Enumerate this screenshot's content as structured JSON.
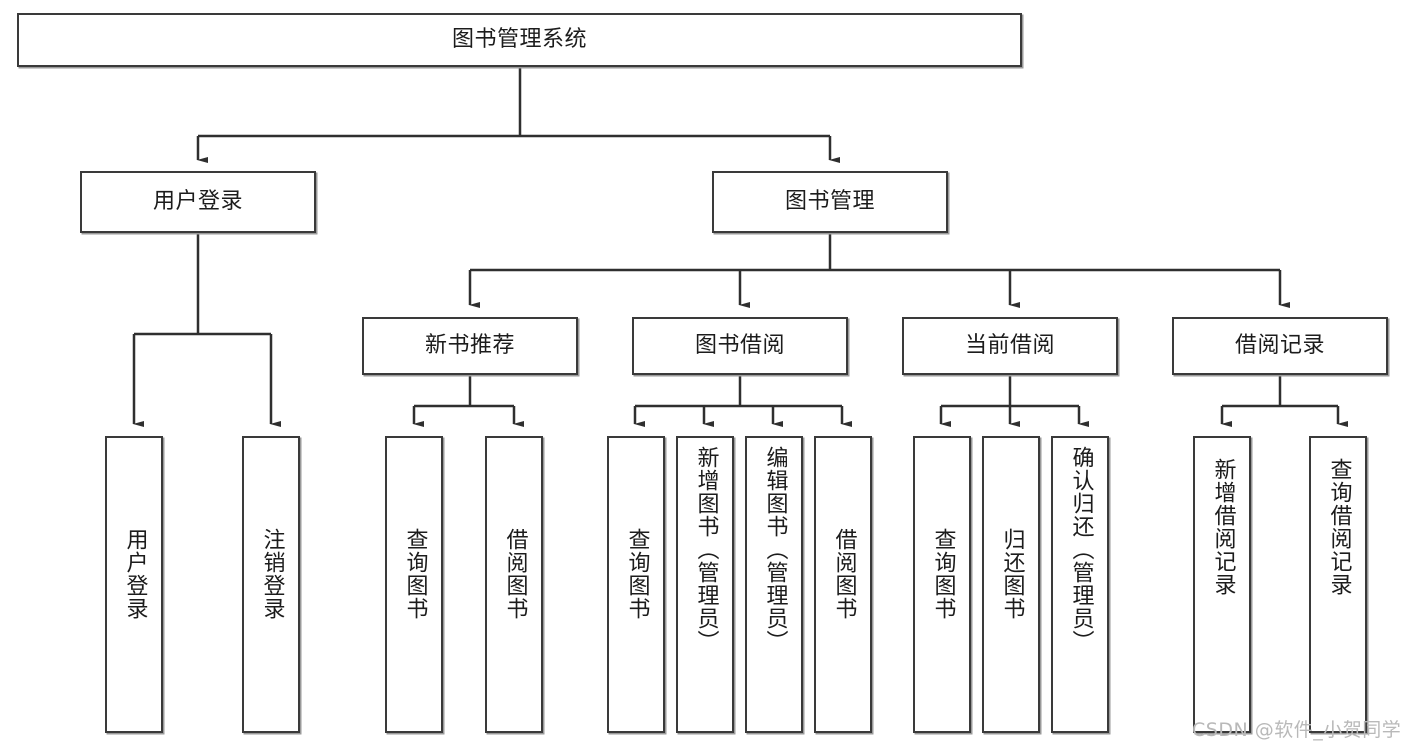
{
  "diagram": {
    "title": "图书管理系统",
    "type": "hierarchy-tree",
    "watermark": "CSDN @软件_小贺同学",
    "colors": {
      "box_border": "#3a3a3a",
      "box_fill": "#ffffff",
      "connector": "#2f2f2f",
      "text": "#1c1c1c",
      "watermark": "#b9b9b9"
    },
    "root": {
      "label": "图书管理系统"
    },
    "level2": [
      {
        "label": "用户登录"
      },
      {
        "label": "图书管理"
      }
    ],
    "level3": [
      {
        "label": "新书推荐"
      },
      {
        "label": "图书借阅"
      },
      {
        "label": "当前借阅"
      },
      {
        "label": "借阅记录"
      }
    ],
    "leaves": {
      "user_login": [
        {
          "label": "用户登录"
        },
        {
          "label": "注销登录"
        }
      ],
      "new_book": [
        {
          "label": "查询图书"
        },
        {
          "label": "借阅图书"
        }
      ],
      "book_borrow": [
        {
          "label": "查询图书"
        },
        {
          "label": "新增图书（管理员）"
        },
        {
          "label": "编辑图书（管理员）"
        },
        {
          "label": "借阅图书"
        }
      ],
      "current_borrow": [
        {
          "label": "查询图书"
        },
        {
          "label": "归还图书"
        },
        {
          "label": "确认归还（管理员）"
        }
      ],
      "borrow_record": [
        {
          "label": "新增借阅记录"
        },
        {
          "label": "查询借阅记录"
        }
      ]
    }
  }
}
